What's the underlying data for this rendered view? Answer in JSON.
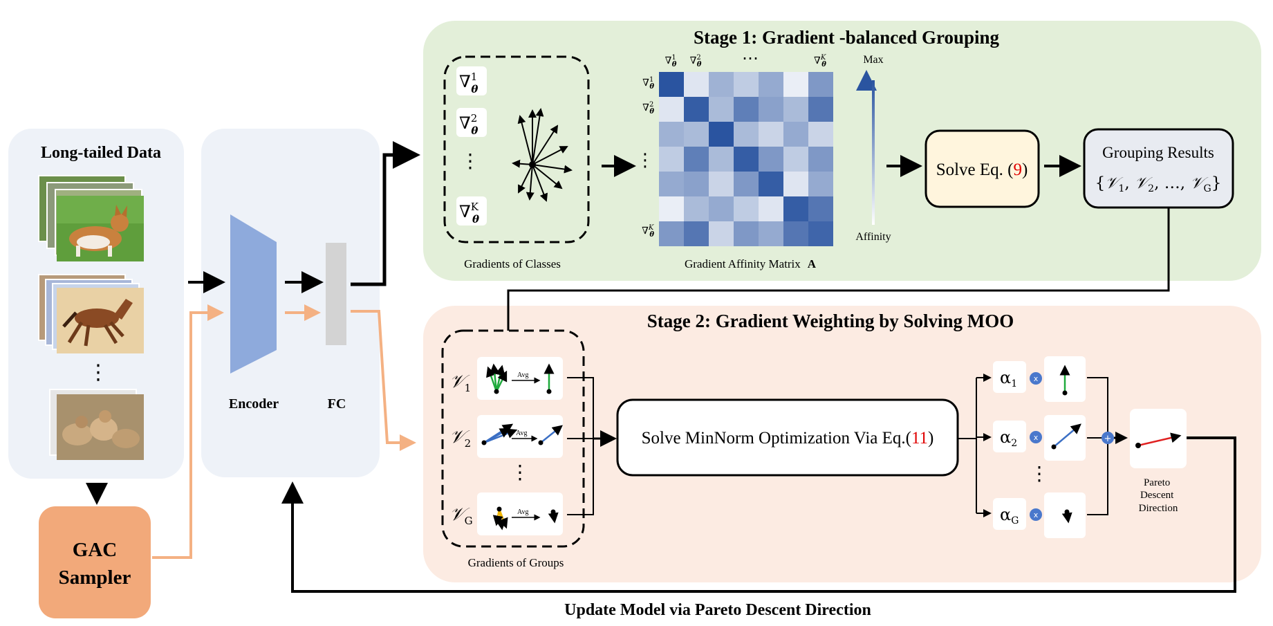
{
  "long_tailed_data": {
    "title": "Long-tailed Data",
    "ellipsis": "⋮"
  },
  "gac_sampler": {
    "line1": "GAC",
    "line2": "Sampler"
  },
  "model": {
    "encoder_label": "Encoder",
    "fc_label": "FC"
  },
  "stage1": {
    "title": "Stage 1: Gradient -balanced Grouping",
    "gradients_of_classes_caption": "Gradients of Classes",
    "class_gradients": [
      "∇",
      "∇",
      "∇"
    ],
    "class_gradient_superscripts": [
      "1",
      "2",
      "K"
    ],
    "class_gradient_subscript": "θ",
    "class_ellipsis": "⋮",
    "matrix_caption": "Gradient Affinity Matrix",
    "matrix_symbol": "A",
    "matrix_col_labels": [
      "∇",
      "∇",
      "∇"
    ],
    "matrix_label_superscripts": [
      "1",
      "2",
      "K"
    ],
    "matrix_col_ellipsis": "⋯",
    "matrix_row_ellipsis": "⋮",
    "colorbar_max": "Max",
    "colorbar_min": "Affinity",
    "solve_box": {
      "prefix": "Solve Eq. (",
      "ref": "9",
      "suffix": ")"
    },
    "grouping_results": {
      "title": "Grouping Results",
      "set_open": "{",
      "set_items": [
        "𝒱",
        "𝒱",
        "…",
        "𝒱"
      ],
      "set_subscripts": [
        "1",
        "2",
        "",
        "G"
      ],
      "set_close": "}"
    }
  },
  "affinity_matrix": {
    "levels": [
      [
        1.0,
        0.15,
        0.45,
        0.3,
        0.5,
        0.1,
        0.6
      ],
      [
        0.15,
        0.95,
        0.4,
        0.75,
        0.55,
        0.4,
        0.8
      ],
      [
        0.45,
        0.4,
        1.0,
        0.4,
        0.25,
        0.5,
        0.25
      ],
      [
        0.3,
        0.75,
        0.4,
        0.95,
        0.6,
        0.3,
        0.6
      ],
      [
        0.5,
        0.55,
        0.25,
        0.6,
        0.95,
        0.15,
        0.5
      ],
      [
        0.1,
        0.4,
        0.5,
        0.3,
        0.15,
        0.95,
        0.8
      ],
      [
        0.6,
        0.8,
        0.25,
        0.6,
        0.5,
        0.8,
        0.9
      ]
    ],
    "color_low": "#ffffff",
    "color_high": "#2a54a0"
  },
  "stage2": {
    "title": "Stage 2: Gradient Weighting by Solving MOO",
    "gradients_of_groups_caption": "Gradients of Groups",
    "groups": [
      {
        "symbol": "𝒱",
        "subscript": "1",
        "avg_label": "Avg",
        "color": "#1faa3c"
      },
      {
        "symbol": "𝒱",
        "subscript": "2",
        "avg_label": "Avg",
        "color": "#3b6fc4"
      },
      {
        "symbol": "𝒱",
        "subscript": "G",
        "avg_label": "Avg",
        "color": "#f2b705"
      }
    ],
    "group_ellipsis": "⋮",
    "minnorm_box": {
      "prefix": "Solve MinNorm Optimization Via Eq.(",
      "ref": "11",
      "suffix": ")"
    },
    "weights": [
      {
        "symbol": "α",
        "subscript": "1",
        "color": "#1faa3c"
      },
      {
        "symbol": "α",
        "subscript": "2",
        "color": "#3b6fc4"
      },
      {
        "symbol": "α",
        "subscript": "G",
        "color": "#f2b705"
      }
    ],
    "weight_ellipsis": "⋮",
    "multiply_symbol": "x",
    "sum_symbol": "+",
    "pareto_caption": [
      "Pareto",
      "Descent",
      "Direction"
    ],
    "pareto_color": "#e02020"
  },
  "feedback_caption": "Update Model via Pareto Descent Direction",
  "colors": {
    "stage1_bg": "#e3efd9",
    "stage2_bg": "#fcebe2",
    "panel_bg": "#eef2f8",
    "gac_bg": "#f2a97a",
    "encoder": "#8eaadc",
    "fc": "#d3d3d3",
    "black_path": "#000000",
    "orange_path": "#f4b183",
    "solve_box_bg": "#fff5dd",
    "grouping_box_bg": "#e8ebf1",
    "ref_red": "#e00000"
  }
}
